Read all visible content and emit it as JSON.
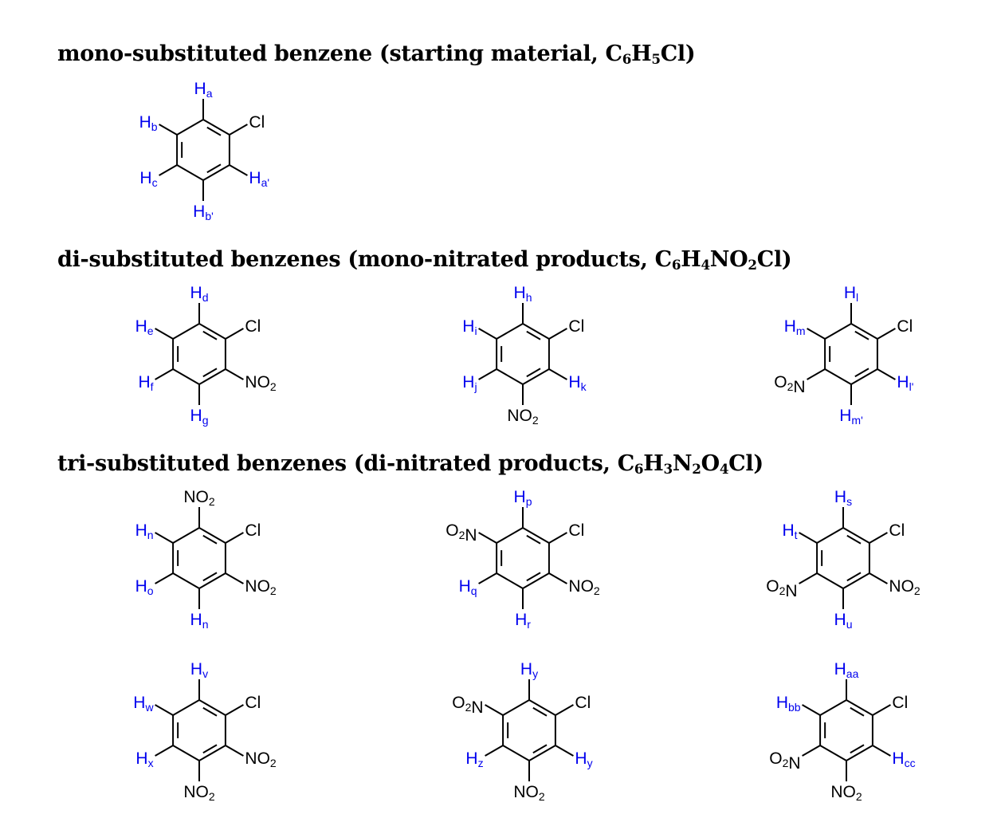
{
  "sections": [
    {
      "title_parts": [
        {
          "t": "mono-substituted benzene (starting material, C"
        },
        {
          "t": "6",
          "sub": true
        },
        {
          "t": "H"
        },
        {
          "t": "5",
          "sub": true
        },
        {
          "t": "Cl)"
        }
      ]
    },
    {
      "title_parts": [
        {
          "t": "di-substituted benzenes (mono-nitrated products, C"
        },
        {
          "t": "6",
          "sub": true
        },
        {
          "t": "H"
        },
        {
          "t": "4",
          "sub": true
        },
        {
          "t": "NO"
        },
        {
          "t": "2",
          "sub": true
        },
        {
          "t": "Cl)"
        }
      ]
    },
    {
      "title_parts": [
        {
          "t": "tri-substituted benzenes (di-nitrated products, C"
        },
        {
          "t": "6",
          "sub": true
        },
        {
          "t": "H"
        },
        {
          "t": "3",
          "sub": true
        },
        {
          "t": "N"
        },
        {
          "t": "2",
          "sub": true
        },
        {
          "t": "O"
        },
        {
          "t": "4",
          "sub": true
        },
        {
          "t": "Cl)"
        }
      ]
    }
  ],
  "colors": {
    "hydrogen_label": "#0000ee",
    "substituent_label": "#000000",
    "bond": "#000000"
  },
  "molecules": [
    {
      "name": "chlorobenzene",
      "subs": {
        "top": "Ha",
        "topRight": "Cl",
        "bottomRight": "Ha'",
        "bottom": "Hb'",
        "bottomLeft": "Hc",
        "topLeft": "Hb"
      }
    },
    {
      "name": "2-nitrochlorobenzene",
      "subs": {
        "top": "Hd",
        "topRight": "Cl",
        "bottomRight": "NO2",
        "bottom": "Hg",
        "bottomLeft": "Hf",
        "topLeft": "He"
      }
    },
    {
      "name": "3-nitrochlorobenzene",
      "subs": {
        "top": "Hh",
        "topRight": "Cl",
        "bottomRight": "Hk",
        "bottom": "NO2",
        "bottomLeft": "Hj",
        "topLeft": "Hi"
      }
    },
    {
      "name": "4-nitrochlorobenzene",
      "subs": {
        "top": "Hl",
        "topRight": "Cl",
        "bottomRight": "Hl'",
        "bottom": "Hm'",
        "bottomLeft": "O2N",
        "topLeft": "Hm"
      }
    },
    {
      "name": "dinitro-1",
      "subs": {
        "top": "NO2",
        "topRight": "Cl",
        "bottomRight": "NO2",
        "bottom": "Hn",
        "bottomLeft": "Ho",
        "topLeft": "Hn"
      }
    },
    {
      "name": "dinitro-2",
      "subs": {
        "top": "Hp",
        "topRight": "Cl",
        "bottomRight": "NO2",
        "bottom": "Hr",
        "bottomLeft": "Hq",
        "topLeft": "O2N"
      }
    },
    {
      "name": "dinitro-3",
      "subs": {
        "top": "Hs",
        "topRight": "Cl",
        "bottomRight": "NO2",
        "bottom": "Hu",
        "bottomLeft": "O2N",
        "topLeft": "Ht"
      }
    },
    {
      "name": "dinitro-4",
      "subs": {
        "top": "Hv",
        "topRight": "Cl",
        "bottomRight": "NO2",
        "bottom": "NO2",
        "bottomLeft": "Hx",
        "topLeft": "Hw"
      }
    },
    {
      "name": "dinitro-5",
      "subs": {
        "top": "Hy",
        "topRight": "Cl",
        "bottomRight": "Hy",
        "bottom": "NO2",
        "bottomLeft": "Hz",
        "topLeft": "O2N"
      }
    },
    {
      "name": "dinitro-6",
      "subs": {
        "top": "Haa",
        "topRight": "Cl",
        "bottomRight": "Hcc",
        "bottom": "NO2",
        "bottomLeft": "O2N",
        "topLeft": "Hbb"
      }
    }
  ]
}
